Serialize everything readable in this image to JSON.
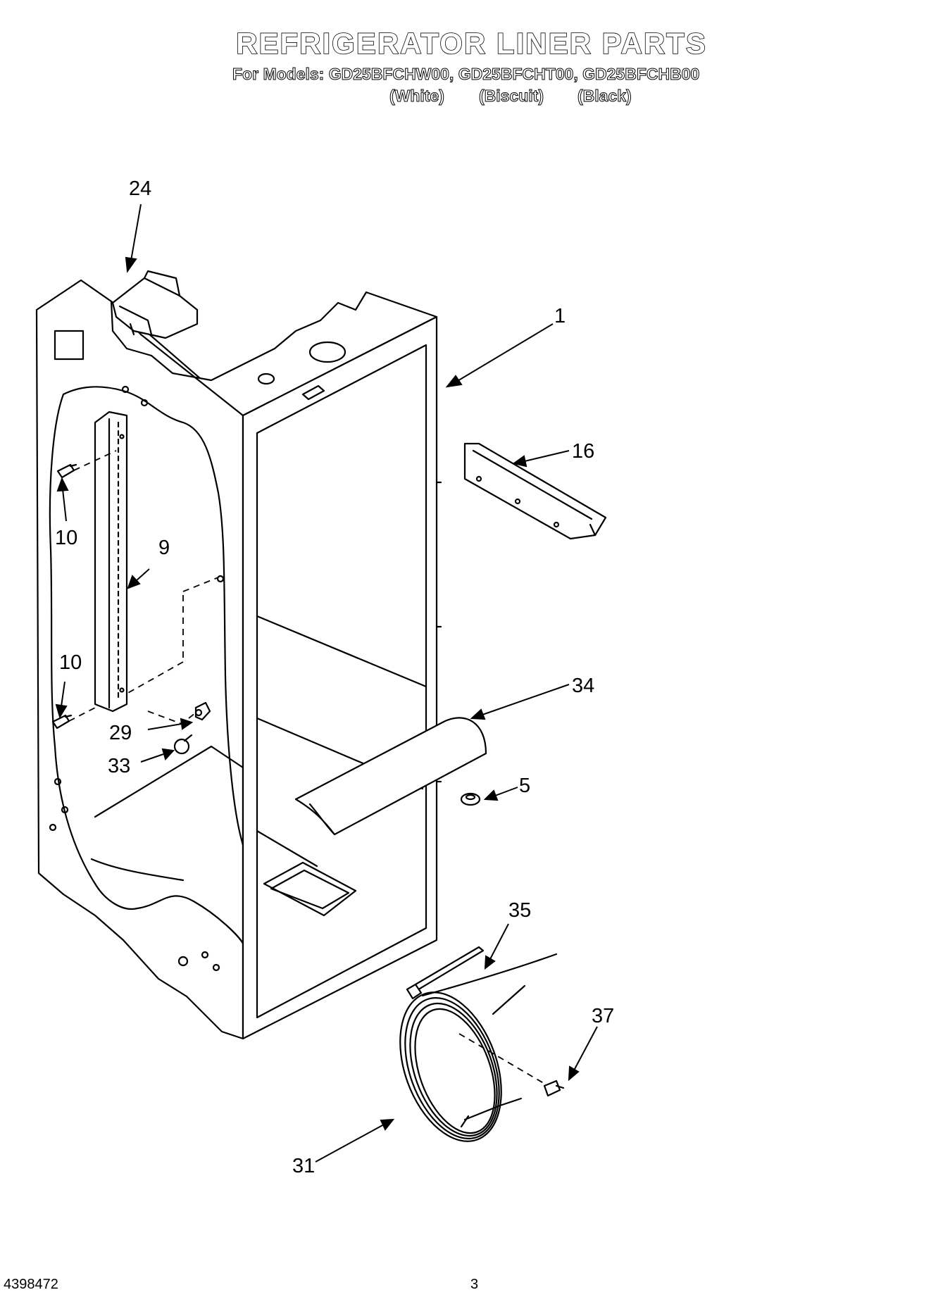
{
  "header": {
    "title": "REFRIGERATOR LINER PARTS",
    "models_line": "For Models: GD25BFCHW00, GD25BFCHT00, GD25BFCHB00",
    "colors": [
      "(White)",
      "(Biscuit)",
      "(Black)"
    ]
  },
  "callouts": [
    "24",
    "1",
    "16",
    "10",
    "9",
    "10",
    "29",
    "33",
    "34",
    "5",
    "35",
    "37",
    "31"
  ],
  "footer": {
    "part_number": "4398472",
    "page_number": "3"
  }
}
